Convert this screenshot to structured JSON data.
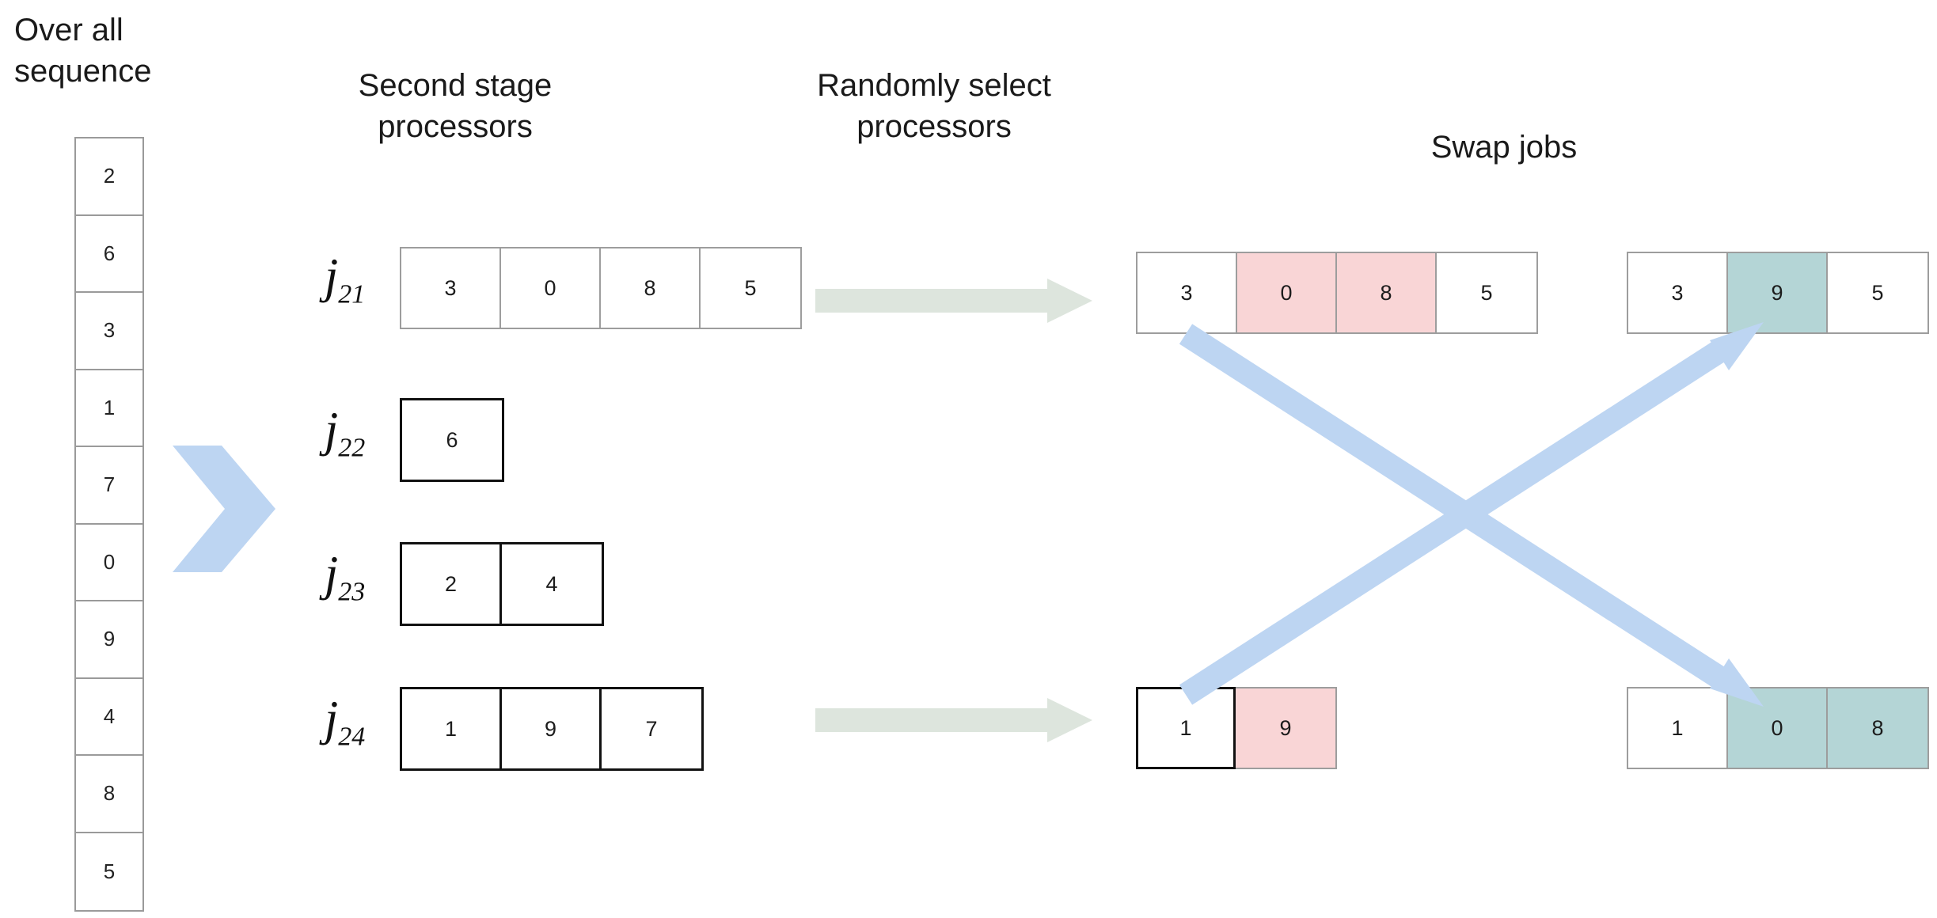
{
  "headings": {
    "overall_sequence": "Over all\nsequence",
    "second_stage": "Second stage\nprocessors",
    "randomly_select": "Randomly select\nprocessors",
    "swap_jobs": "Swap jobs"
  },
  "colors": {
    "pink_highlight": "#f9d5d6",
    "teal_highlight": "#b4d5d6",
    "blue_arrow": "#bdd5f2",
    "green_arrow": "#dde5dd",
    "cell_border_light": "#9d9d9d",
    "cell_border_dark": "#111111"
  },
  "overall_sequence": {
    "label": "Over all sequence",
    "values": [
      "2",
      "6",
      "3",
      "1",
      "7",
      "0",
      "9",
      "4",
      "8",
      "5"
    ]
  },
  "second_stage": {
    "rows": [
      {
        "label_base": "j",
        "label_sub": "21",
        "values": [
          "3",
          "0",
          "8",
          "5"
        ]
      },
      {
        "label_base": "j",
        "label_sub": "22",
        "values": [
          "6"
        ]
      },
      {
        "label_base": "j",
        "label_sub": "23",
        "values": [
          "2",
          "4"
        ]
      },
      {
        "label_base": "j",
        "label_sub": "24",
        "values": [
          "1",
          "9",
          "7"
        ]
      }
    ]
  },
  "selected": {
    "rows": [
      {
        "values": [
          "3",
          "0",
          "8",
          "5"
        ],
        "highlight": [
          "none",
          "pink",
          "pink",
          "none"
        ]
      },
      {
        "values": [
          "1",
          "9"
        ],
        "highlight": [
          "none",
          "pink"
        ]
      }
    ]
  },
  "swapped": {
    "rows": [
      {
        "values": [
          "3",
          "9",
          "5"
        ],
        "highlight": [
          "none",
          "teal",
          "none"
        ]
      },
      {
        "values": [
          "1",
          "0",
          "8"
        ],
        "highlight": [
          "none",
          "teal",
          "teal"
        ]
      }
    ]
  },
  "arrows": {
    "chevron": "chevron-right-icon",
    "flow_top": "arrow-right-icon",
    "flow_bottom": "arrow-right-icon",
    "swap_down": "arrow-diagonal-down-right-icon",
    "swap_up": "arrow-diagonal-up-right-icon"
  }
}
